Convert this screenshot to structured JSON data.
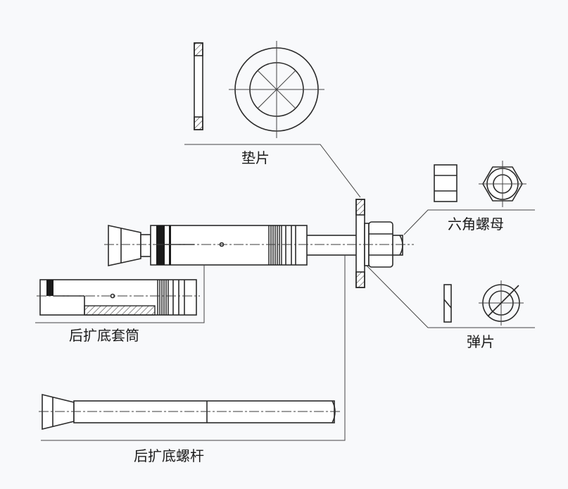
{
  "labels": {
    "washer": "垫片",
    "hex_nut": "六角螺母",
    "spring_washer": "弹片",
    "sleeve": "后扩底套筒",
    "bolt": "后扩底螺杆"
  }
}
